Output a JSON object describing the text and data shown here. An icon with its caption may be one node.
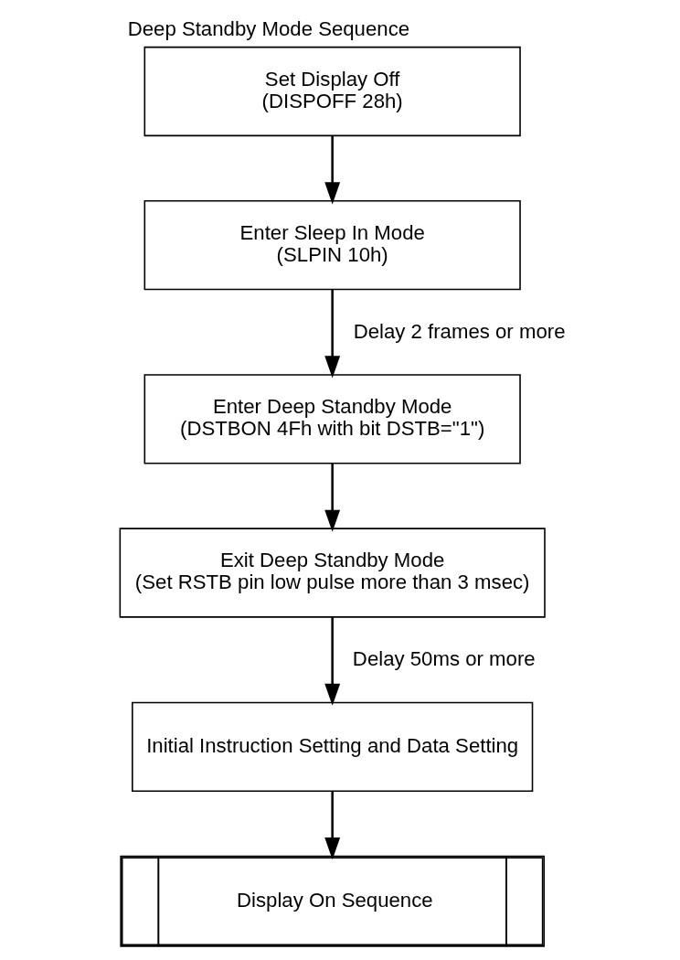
{
  "diagram": {
    "title": "Deep Standby Mode Sequence",
    "nodes": [
      {
        "text": [
          "Set Display Off",
          "(DISPOFF 28h)"
        ]
      },
      {
        "text": [
          "Enter Sleep In Mode",
          "(SLPIN 10h)"
        ]
      },
      {
        "text": [
          "Enter Deep Standby Mode",
          "(DSTBON 4Fh with bit DSTB=\"1\")"
        ]
      },
      {
        "text": [
          "Exit Deep Standby Mode",
          "(Set RSTB pin low pulse more than 3 msec)"
        ]
      },
      {
        "text": [
          "Initial Instruction Setting and Data Setting"
        ]
      },
      {
        "text": [
          "Display On Sequence"
        ]
      }
    ],
    "edges": [
      {
        "from": 0,
        "to": 1,
        "arrow": "to"
      },
      {
        "from": 1,
        "to": 2,
        "arrow": "to",
        "label": "Delay 2 frames or more"
      },
      {
        "from": 2,
        "to": 3,
        "arrow": "to"
      },
      {
        "from": 3,
        "to": 4,
        "arrow": "to",
        "label": "Delay 50ms or more"
      },
      {
        "from": 4,
        "to": 5,
        "arrow": "to"
      }
    ]
  }
}
